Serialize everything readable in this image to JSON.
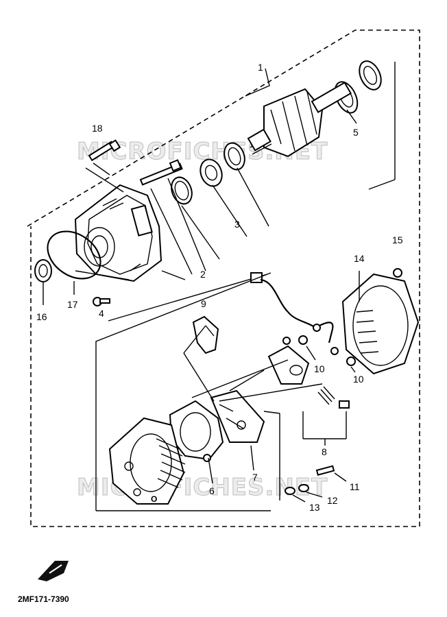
{
  "diagram": {
    "part_callouts": [
      {
        "num": "1"
      },
      {
        "num": "2"
      },
      {
        "num": "3"
      },
      {
        "num": "4"
      },
      {
        "num": "5"
      },
      {
        "num": "6"
      },
      {
        "num": "7"
      },
      {
        "num": "8"
      },
      {
        "num": "9"
      },
      {
        "num": "10"
      },
      {
        "num": "10"
      },
      {
        "num": "10"
      },
      {
        "num": "11"
      },
      {
        "num": "12"
      },
      {
        "num": "13"
      },
      {
        "num": "14"
      },
      {
        "num": "15"
      },
      {
        "num": "16"
      },
      {
        "num": "17"
      },
      {
        "num": "18"
      }
    ],
    "watermark_top": "MICROFICHES.NET",
    "watermark_bottom": "MICROFICHES.NET",
    "diagram_code": "2MF171-7390",
    "front_arrow_icon": "front-arrow-icon"
  }
}
